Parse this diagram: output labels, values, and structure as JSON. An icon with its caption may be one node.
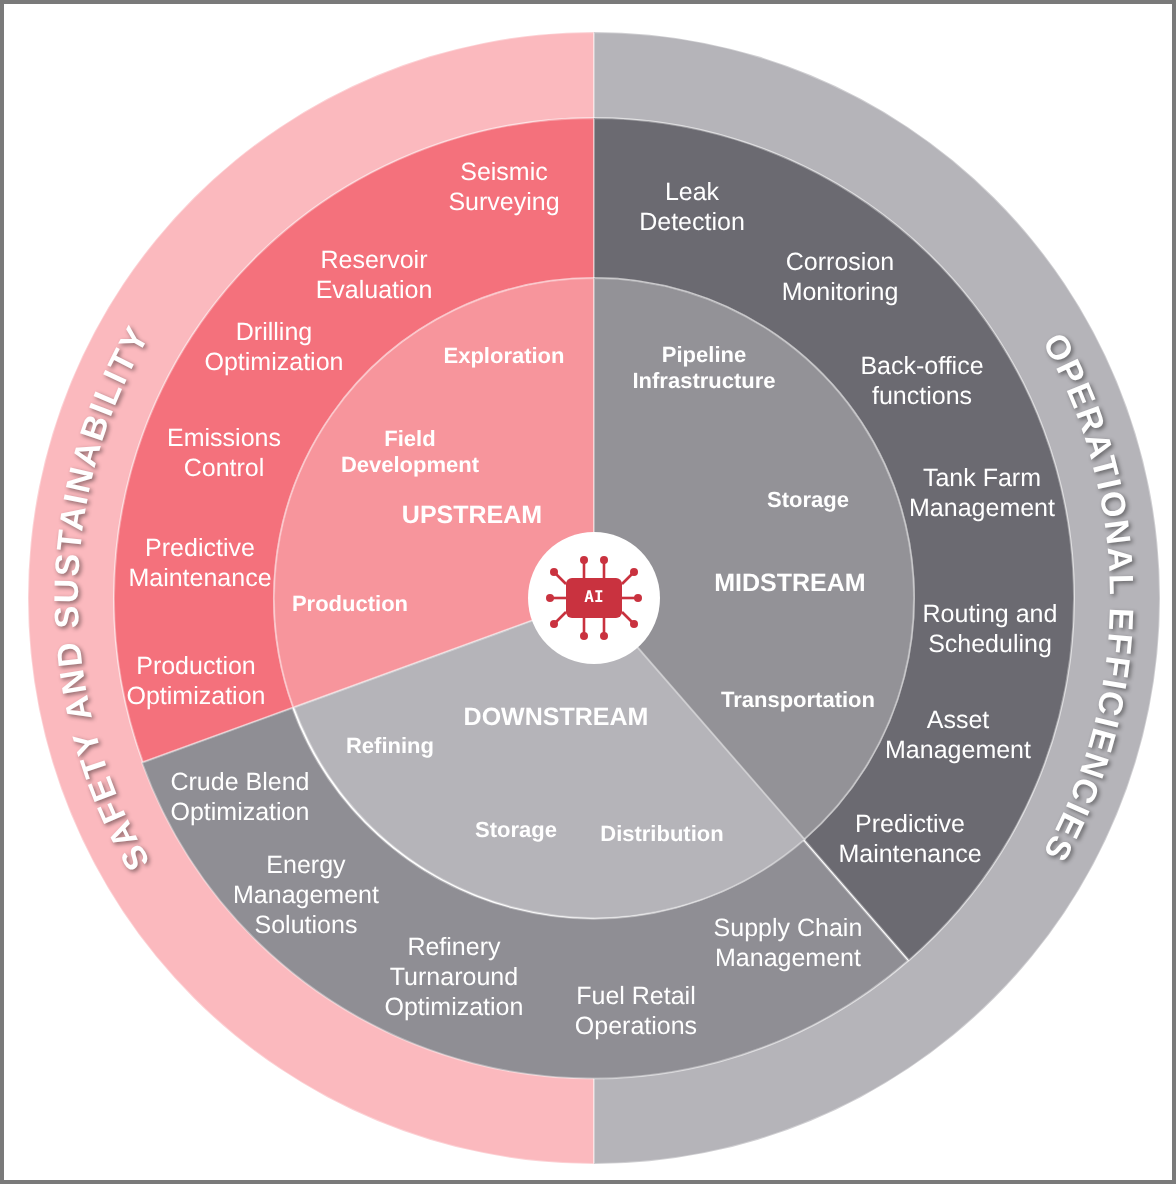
{
  "diagram": {
    "nodes": [
      {
        "text": [
          "SAFETY AND SUSTAINABILITY"
        ]
      },
      {
        "text": [
          "OPERATIONAL EFFICIENCIES"
        ]
      },
      {
        "text": [
          "Seismic Surveying",
          "Reservoir Evaluation",
          "Drilling Optimization",
          "Emissions Control",
          "Predictive Maintenance",
          "Production Optimization"
        ]
      },
      {
        "text": [
          "Leak Detection",
          "Corrosion Monitoring",
          "Back-office functions",
          "Tank Farm Management",
          "Routing and Scheduling",
          "Asset Management",
          "Predictive Maintenance"
        ]
      },
      {
        "text": [
          "Crude Blend Optimization",
          "Energy Management Solutions",
          "Refinery Turnaround Optimization",
          "Fuel Retail Operations",
          "Supply Chain Management"
        ]
      },
      {
        "text": [
          "Exploration",
          "Field Development",
          "UPSTREAM",
          "Production"
        ]
      },
      {
        "text": [
          "Pipeline Infrastructure",
          "Storage",
          "MIDSTREAM",
          "Transportation"
        ]
      },
      {
        "text": [
          "DOWNSTREAM",
          "Refining",
          "Storage",
          "Distribution"
        ]
      },
      {
        "text": [
          "AI"
        ]
      }
    ]
  }
}
